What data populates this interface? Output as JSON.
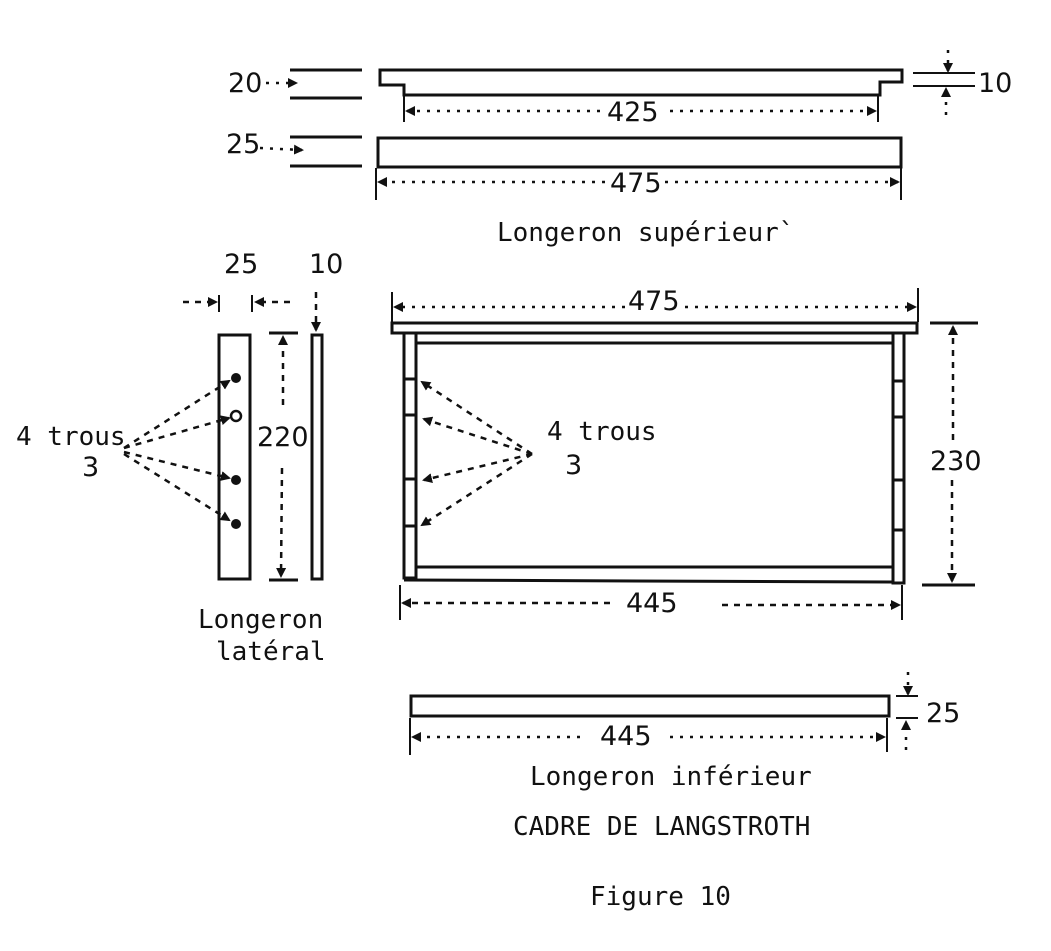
{
  "figure": {
    "title": "CADRE DE LANGSTROTH",
    "caption": "Figure 10",
    "parts": {
      "top_bar": {
        "label": "Longeron supérieur`",
        "section_top_thickness": "20",
        "section_bottom_thickness": "25",
        "lug_thickness": "10",
        "inner_length": "425",
        "total_length": "475"
      },
      "side_bar": {
        "label_line1": "Longeron",
        "label_line2": "latéral",
        "width": "25",
        "thickness": "10",
        "height": "220",
        "holes_label": "4 trous",
        "holes_diameter": "3"
      },
      "assembled_frame": {
        "top_length": "475",
        "height": "230",
        "bottom_length": "445",
        "holes_label": "4 trous",
        "holes_diameter": "3"
      },
      "bottom_bar": {
        "label": "Longeron inférieur",
        "length": "445",
        "thickness": "25"
      }
    }
  }
}
